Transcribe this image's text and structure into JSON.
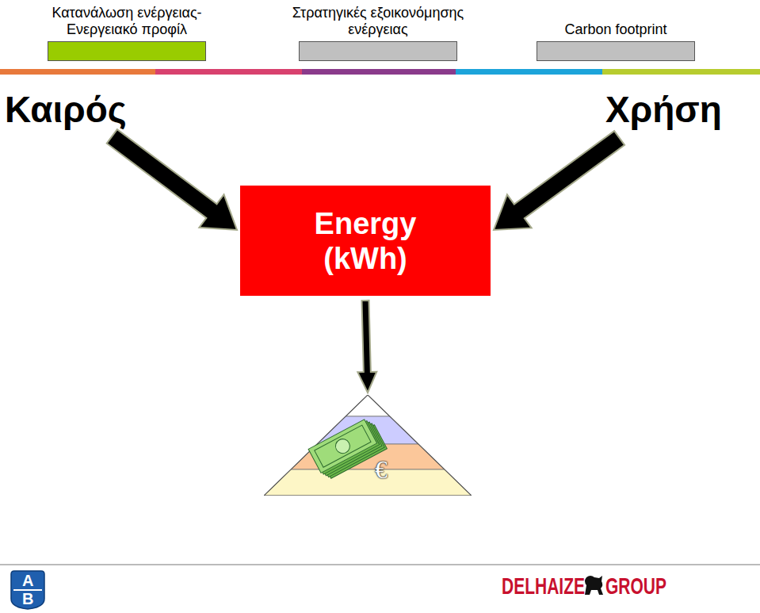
{
  "diagram": {
    "nodes": [
      {
        "text": [
          "Κατανάλωση ενέργειας- Ενεργειακό προφίλ"
        ]
      },
      {
        "text": [
          "Στρατηγικές εξοικονόμησης ενέργειας"
        ]
      },
      {
        "text": [
          "Carbon footprint"
        ]
      },
      {
        "text": [
          "Καιρός"
        ]
      },
      {
        "text": [
          "Χρήση"
        ]
      },
      {
        "text": [
          "Energy (kWh)"
        ]
      },
      {
        "text": [
          "€"
        ]
      }
    ],
    "edges": [
      {
        "from": 3,
        "to": 5,
        "arrow": "to"
      },
      {
        "from": 4,
        "to": 5,
        "arrow": "to"
      },
      {
        "from": 5,
        "to": 6,
        "arrow": "to"
      }
    ],
    "labels": [
      "A",
      "B",
      "DELHAIZE",
      "GROUP"
    ]
  }
}
